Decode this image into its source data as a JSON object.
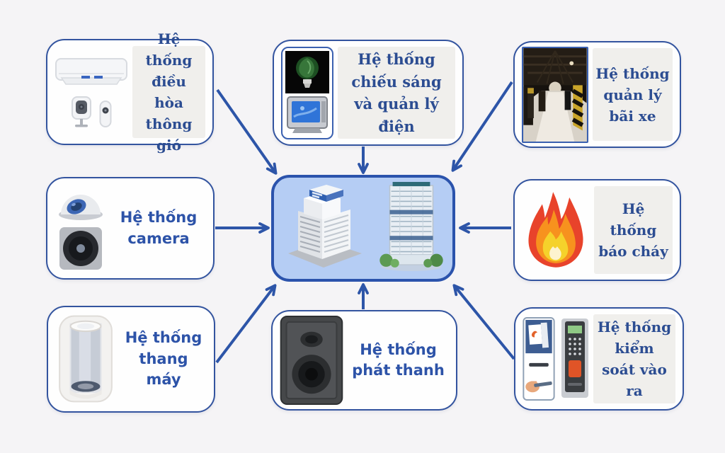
{
  "diagram": {
    "center": {
      "icon": "buildings",
      "description_icons": [
        "office-building-isometric",
        "tower-building"
      ]
    },
    "nodes": [
      {
        "id": "hvac",
        "label": "Hệ thống điều hòa thông gió",
        "icons": [
          "air-conditioner-icon",
          "camera-sensor-icon",
          "remote-sensor-icon"
        ]
      },
      {
        "id": "lighting",
        "label": "Hệ thống chiếu sáng và quản lý điện",
        "icons": [
          "light-bulb-icon",
          "crt-monitor-icon"
        ]
      },
      {
        "id": "parking",
        "label": "Hệ thống quản lý bãi xe",
        "icons": [
          "parking-garage-photo"
        ]
      },
      {
        "id": "camera",
        "label": "Hệ thống camera",
        "icons": [
          "dome-camera-icon",
          "box-camera-icon"
        ]
      },
      {
        "id": "fire",
        "label": "Hệ thống báo cháy",
        "icons": [
          "flame-icon"
        ]
      },
      {
        "id": "elevator",
        "label": "Hệ thống thang máy",
        "icons": [
          "elevator-capsule-icon"
        ]
      },
      {
        "id": "pa",
        "label": "Hệ thống phát thanh",
        "icons": [
          "speaker-icon"
        ]
      },
      {
        "id": "access",
        "label": "Hệ thống kiểm soát vào ra",
        "icons": [
          "card-reader-icon",
          "fingerprint-reader-icon"
        ]
      }
    ],
    "arrows_direction": "all arrows point from outer nodes to center",
    "colors": {
      "background": "#f5f4f6",
      "box_border": "#33549f",
      "center_fill": "#b5cdf4",
      "center_border": "#2b53ac",
      "arrow": "#2d55a8",
      "serif_label_text": "#2c4d92",
      "sans_label_text": "#2d53a8",
      "flame_outer": "#e8432b",
      "flame_mid": "#f7921e",
      "flame_inner": "#f5d22b"
    }
  }
}
